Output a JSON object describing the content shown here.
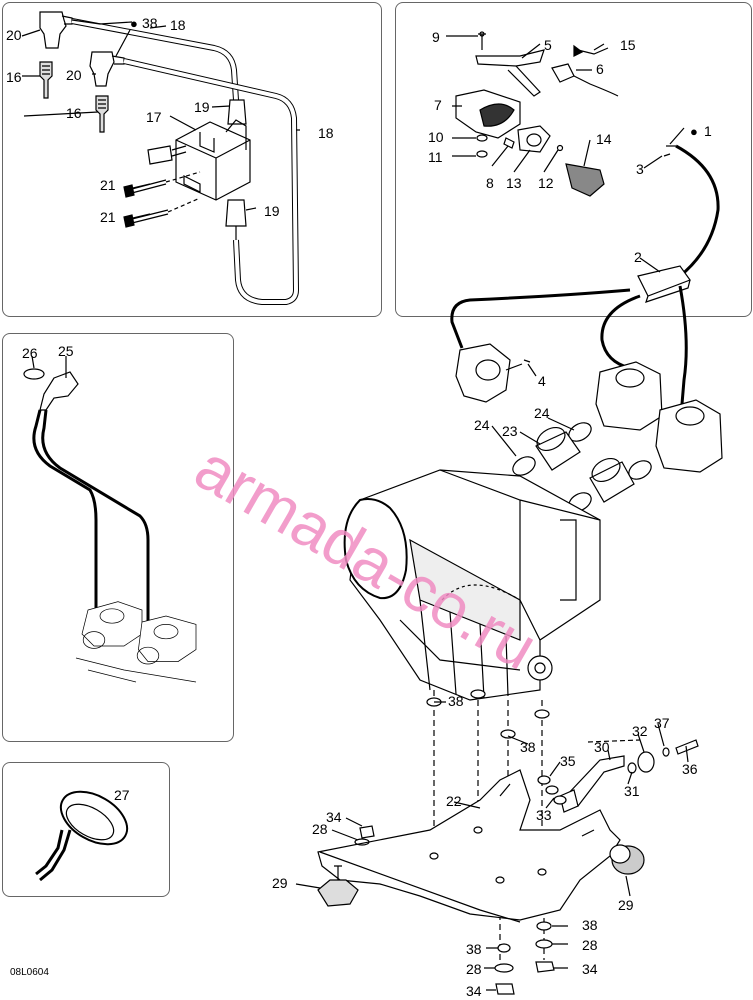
{
  "diagram_code": "08L0604",
  "watermark": "armada-co.ru",
  "panel_tl_labels": [
    {
      "id": "20a",
      "text": "20"
    },
    {
      "id": "38a",
      "text": "38"
    },
    {
      "id": "18a",
      "text": "18"
    },
    {
      "id": "16a",
      "text": "16"
    },
    {
      "id": "20b",
      "text": "20"
    },
    {
      "id": "16b",
      "text": "16"
    },
    {
      "id": "17",
      "text": "17"
    },
    {
      "id": "19a",
      "text": "19"
    },
    {
      "id": "18b",
      "text": "18"
    },
    {
      "id": "21a",
      "text": "21"
    },
    {
      "id": "21b",
      "text": "21"
    },
    {
      "id": "19b",
      "text": "19"
    }
  ],
  "panel_tr_labels": [
    {
      "id": "9",
      "text": "9"
    },
    {
      "id": "5",
      "text": "5"
    },
    {
      "id": "15",
      "text": "15"
    },
    {
      "id": "6",
      "text": "6"
    },
    {
      "id": "7",
      "text": "7"
    },
    {
      "id": "10",
      "text": "10"
    },
    {
      "id": "11",
      "text": "11"
    },
    {
      "id": "8",
      "text": "8"
    },
    {
      "id": "13",
      "text": "13"
    },
    {
      "id": "12",
      "text": "12"
    },
    {
      "id": "14",
      "text": "14"
    },
    {
      "id": "1",
      "text": "1"
    },
    {
      "id": "3",
      "text": "3"
    },
    {
      "id": "2",
      "text": "2"
    }
  ],
  "panel_ml_labels": [
    {
      "id": "26",
      "text": "26"
    },
    {
      "id": "25",
      "text": "25"
    }
  ],
  "panel_bl_labels": [
    {
      "id": "27",
      "text": "27"
    }
  ],
  "main_labels": [
    {
      "id": "4",
      "text": "4"
    },
    {
      "id": "24a",
      "text": "24"
    },
    {
      "id": "23",
      "text": "23"
    },
    {
      "id": "24b",
      "text": "24"
    },
    {
      "id": "38m1",
      "text": "38"
    },
    {
      "id": "38m2",
      "text": "38"
    },
    {
      "id": "30",
      "text": "30"
    },
    {
      "id": "32",
      "text": "32"
    },
    {
      "id": "37",
      "text": "37"
    },
    {
      "id": "35",
      "text": "35"
    },
    {
      "id": "36",
      "text": "36"
    },
    {
      "id": "31",
      "text": "31"
    },
    {
      "id": "33",
      "text": "33"
    },
    {
      "id": "22",
      "text": "22"
    },
    {
      "id": "34a",
      "text": "34"
    },
    {
      "id": "28a",
      "text": "28"
    },
    {
      "id": "29a",
      "text": "29"
    },
    {
      "id": "29b",
      "text": "29"
    },
    {
      "id": "38b1",
      "text": "38"
    },
    {
      "id": "28b1",
      "text": "28"
    },
    {
      "id": "38b2",
      "text": "38"
    },
    {
      "id": "34b1",
      "text": "34"
    },
    {
      "id": "28b2",
      "text": "28"
    },
    {
      "id": "34b2",
      "text": "34"
    }
  ]
}
